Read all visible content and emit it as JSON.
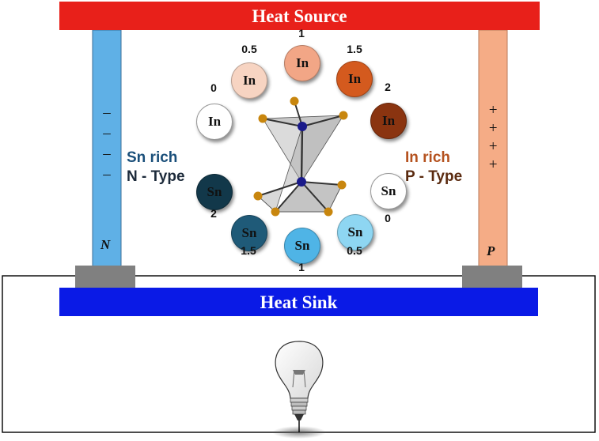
{
  "heat_source": {
    "label": "Heat Source",
    "color": "#e8201a"
  },
  "heat_sink": {
    "label": "Heat Sink",
    "color": "#0a1ae6"
  },
  "n_leg": {
    "letter": "N",
    "color": "#5fb0e6",
    "charges": [
      "–",
      "–",
      "–",
      "–"
    ]
  },
  "p_leg": {
    "letter": "P",
    "color": "#f5ac86",
    "charges": [
      "+",
      "+",
      "+",
      "+"
    ]
  },
  "left_label": {
    "line1": "Sn rich",
    "line2": "N - Type",
    "line1_color": "#1a4f7a",
    "line2_color": "#1c2a3a"
  },
  "right_label": {
    "line1": "In rich",
    "line2": "P - Type",
    "line1_color": "#b5521f",
    "line2_color": "#5a2a0f"
  },
  "composition_wheel": [
    {
      "element": "In",
      "value": "0",
      "fill": "#ffffff",
      "text_color": "#111111"
    },
    {
      "element": "In",
      "value": "0.5",
      "fill": "#f7d4c2",
      "text_color": "#111111"
    },
    {
      "element": "In",
      "value": "1",
      "fill": "#f2a686",
      "text_color": "#111111"
    },
    {
      "element": "In",
      "value": "1.5",
      "fill": "#d45a1e",
      "text_color": "#111111"
    },
    {
      "element": "In",
      "value": "2",
      "fill": "#8a3410",
      "text_color": "#111111"
    },
    {
      "element": "Sn",
      "value": "0",
      "fill": "#ffffff",
      "text_color": "#111111"
    },
    {
      "element": "Sn",
      "value": "0.5",
      "fill": "#8ed6f2",
      "text_color": "#111111"
    },
    {
      "element": "Sn",
      "value": "1",
      "fill": "#4fb4e6",
      "text_color": "#111111"
    },
    {
      "element": "Sn",
      "value": "1.5",
      "fill": "#1f5a78",
      "text_color": "#111111"
    },
    {
      "element": "Sn",
      "value": "2",
      "fill": "#12384a",
      "text_color": "#111111"
    }
  ],
  "colors": {
    "contact": "#808080",
    "wire": "#000000",
    "bond_atom": "#1a1a8a",
    "ligand_atom": "#c8860e"
  }
}
